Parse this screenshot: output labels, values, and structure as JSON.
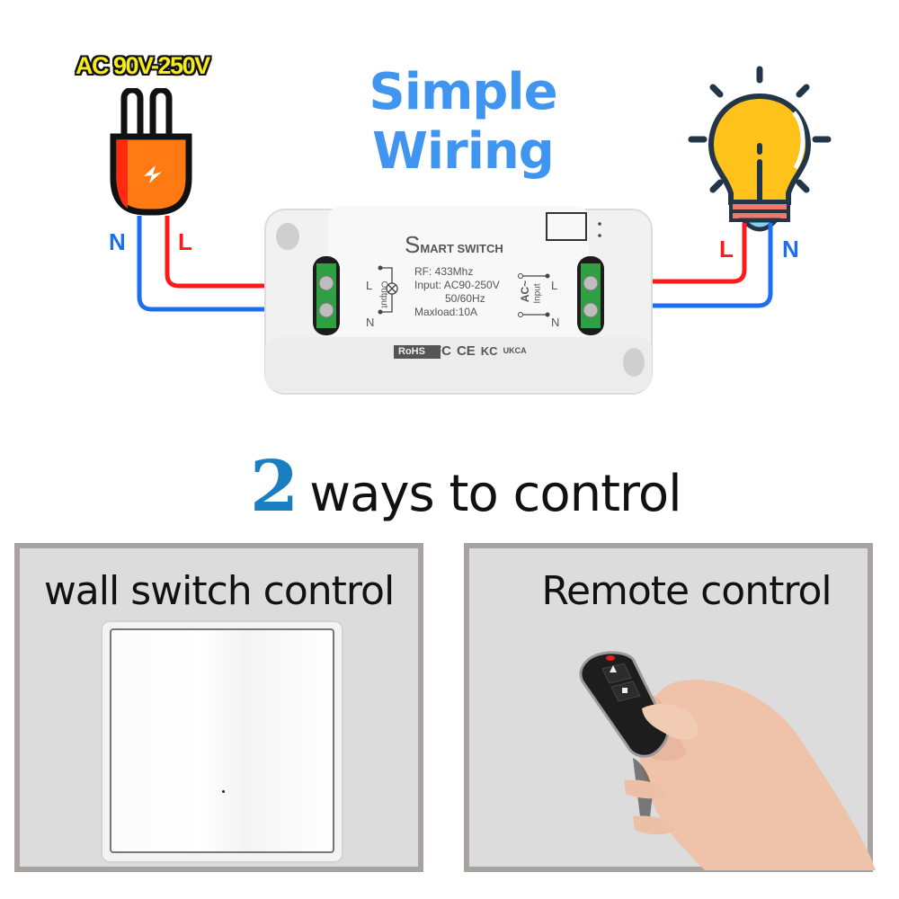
{
  "header": {
    "voltage_label": "AC 90V-250V",
    "title_line1": "Simple",
    "title_line2": "Wiring"
  },
  "wiring": {
    "plug_labels": {
      "neutral": "N",
      "live": "L"
    },
    "bulb_labels": {
      "live": "L",
      "neutral": "N"
    },
    "colors": {
      "live": "#ff1a1a",
      "neutral": "#1e6ff0",
      "plug": "#ff7a12",
      "bulb": "#ffc21a",
      "title": "#3f95f0"
    }
  },
  "device": {
    "brand_initial": "S",
    "brand_rest": "MART SWITCH",
    "specs": [
      "RF: 433Mhz",
      "Input: AC90-250V",
      "50/60Hz",
      "Maxload:10A"
    ],
    "output_label": "Output",
    "input_label_ac": "AC~",
    "input_label": "Input",
    "left_terminals": [
      "L",
      "N"
    ],
    "right_terminals": [
      "L",
      "N"
    ],
    "certifications": [
      "RoHS",
      "FC",
      "CE",
      "KC",
      "UKCA"
    ]
  },
  "control": {
    "count": "2",
    "heading": "ways to control",
    "panels": [
      {
        "title": "wall switch control"
      },
      {
        "title": "Remote control"
      }
    ]
  }
}
